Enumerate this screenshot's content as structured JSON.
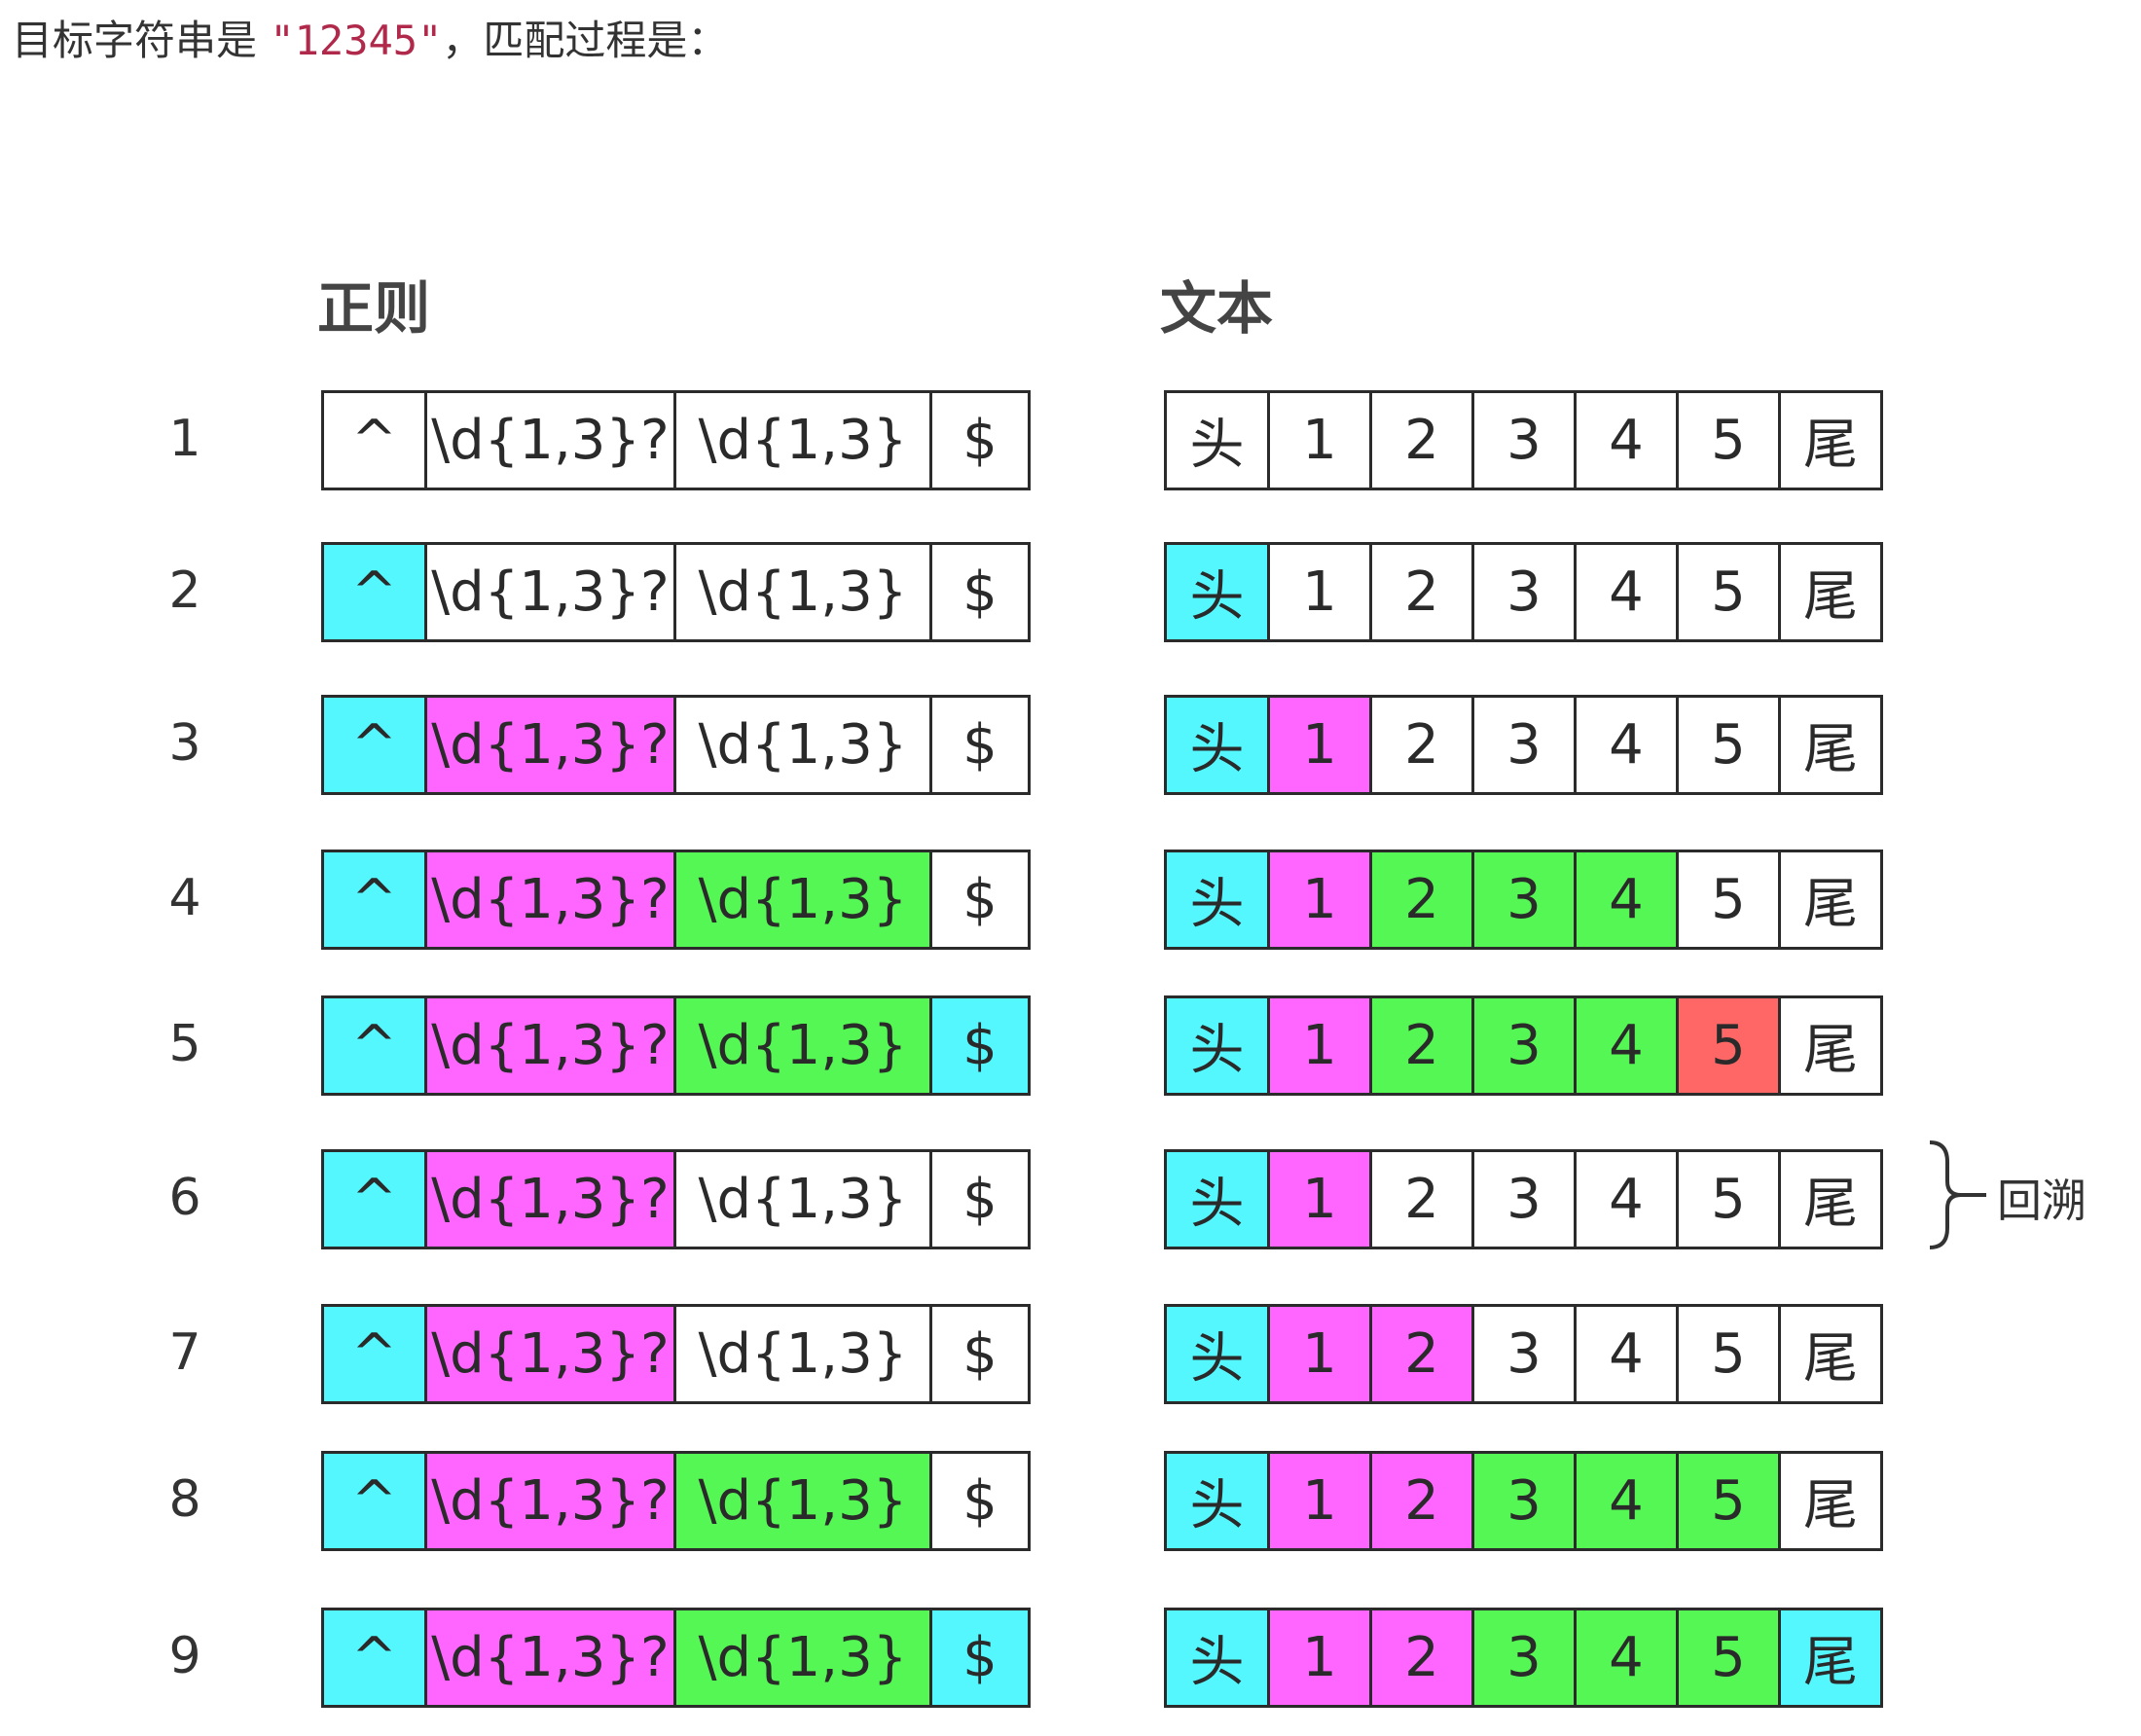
{
  "intro": {
    "before": "目标字符串是 ",
    "code": "\"12345\"",
    "after": "，匹配过程是："
  },
  "regex_title": "正则",
  "text_title": "文本",
  "regex_tokens": [
    "^",
    "\\d{1,3}?",
    "\\d{1,3}",
    "$"
  ],
  "text_tokens": [
    "头",
    "1",
    "2",
    "3",
    "4",
    "5",
    "尾"
  ],
  "colors": {
    "w": "#ffffff",
    "c": "#55f7ff",
    "m": "#ff66ff",
    "g": "#55f755",
    "r": "#ff6666"
  },
  "steps": [
    {
      "label": "1",
      "regex": [
        "w",
        "w",
        "w",
        "w"
      ],
      "text": [
        "w",
        "w",
        "w",
        "w",
        "w",
        "w",
        "w"
      ]
    },
    {
      "label": "2",
      "regex": [
        "c",
        "w",
        "w",
        "w"
      ],
      "text": [
        "c",
        "w",
        "w",
        "w",
        "w",
        "w",
        "w"
      ]
    },
    {
      "label": "3",
      "regex": [
        "c",
        "m",
        "w",
        "w"
      ],
      "text": [
        "c",
        "m",
        "w",
        "w",
        "w",
        "w",
        "w"
      ]
    },
    {
      "label": "4",
      "regex": [
        "c",
        "m",
        "g",
        "w"
      ],
      "text": [
        "c",
        "m",
        "g",
        "g",
        "g",
        "w",
        "w"
      ]
    },
    {
      "label": "5",
      "regex": [
        "c",
        "m",
        "g",
        "c"
      ],
      "text": [
        "c",
        "m",
        "g",
        "g",
        "g",
        "r",
        "w"
      ]
    },
    {
      "label": "6",
      "regex": [
        "c",
        "m",
        "w",
        "w"
      ],
      "text": [
        "c",
        "m",
        "w",
        "w",
        "w",
        "w",
        "w"
      ]
    },
    {
      "label": "7",
      "regex": [
        "c",
        "m",
        "w",
        "w"
      ],
      "text": [
        "c",
        "m",
        "m",
        "w",
        "w",
        "w",
        "w"
      ]
    },
    {
      "label": "8",
      "regex": [
        "c",
        "m",
        "g",
        "w"
      ],
      "text": [
        "c",
        "m",
        "m",
        "g",
        "g",
        "g",
        "w"
      ]
    },
    {
      "label": "9",
      "regex": [
        "c",
        "m",
        "g",
        "c"
      ],
      "text": [
        "c",
        "m",
        "m",
        "g",
        "g",
        "g",
        "c"
      ]
    }
  ],
  "backtrack_note": "回溯"
}
